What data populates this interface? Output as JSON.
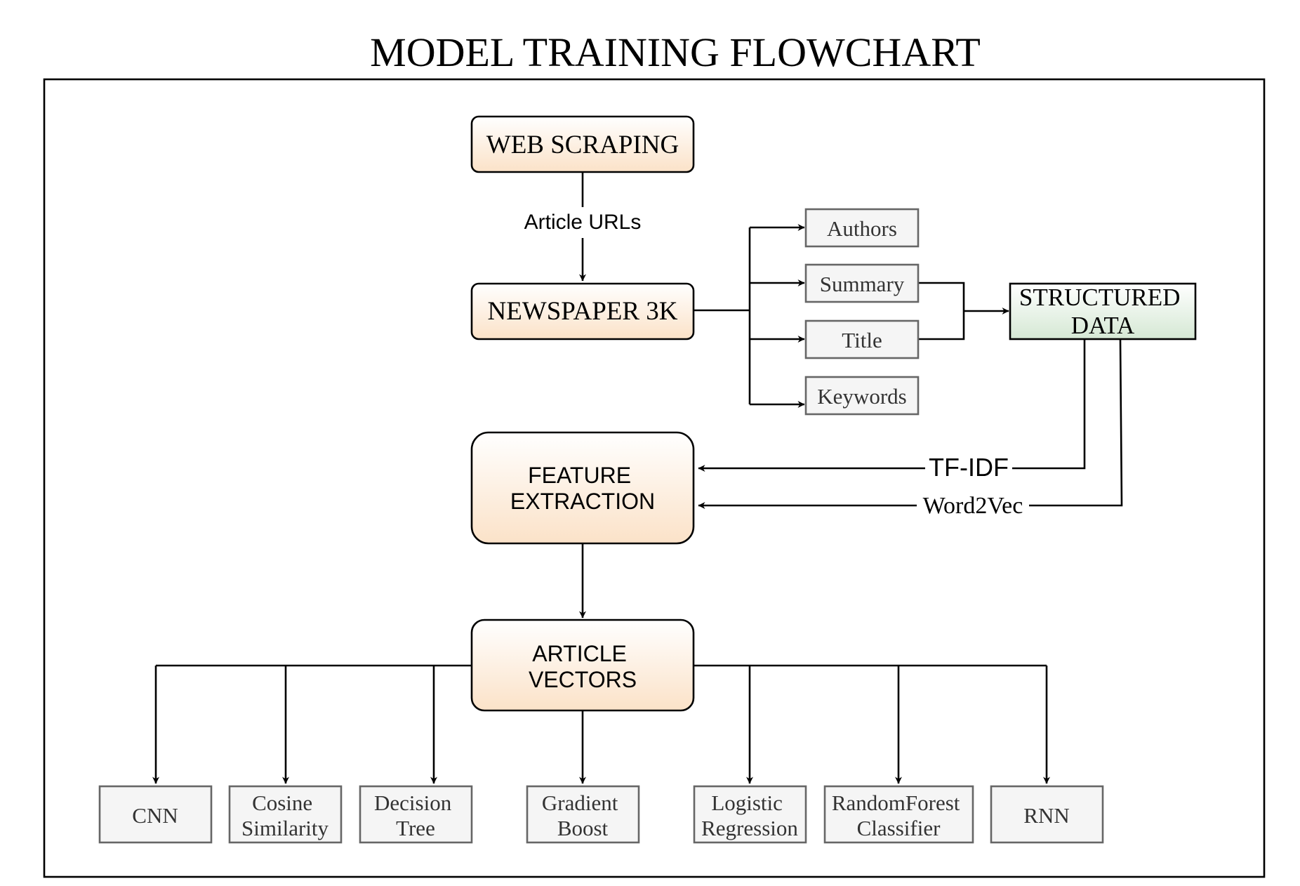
{
  "title": "MODEL TRAINING FLOWCHART",
  "colors": {
    "process_fill_top": "#ffffff",
    "process_fill_bottom": "#fbe2c8",
    "field_fill": "#f5f5f5",
    "field_stroke": "#666666",
    "structured_fill_top": "#ffffff",
    "structured_fill_bottom": "#d5e8d4",
    "line": "#000000"
  },
  "nodes": {
    "web_scraping": {
      "lines": [
        "WEB SCRAPING"
      ]
    },
    "newspaper": {
      "lines": [
        "NEWSPAPER 3K"
      ]
    },
    "authors": {
      "lines": [
        "Authors"
      ]
    },
    "summary": {
      "lines": [
        "Summary"
      ]
    },
    "title_field": {
      "lines": [
        "Title"
      ]
    },
    "keywords": {
      "lines": [
        "Keywords"
      ]
    },
    "structured_data": {
      "lines": [
        "STRUCTURED",
        "DATA"
      ]
    },
    "feature_extraction": {
      "lines": [
        "FEATURE",
        "EXTRACTION"
      ]
    },
    "article_vectors": {
      "lines": [
        "ARTICLE",
        "VECTORS"
      ]
    },
    "cnn": {
      "lines": [
        "CNN"
      ]
    },
    "cosine": {
      "lines": [
        "Cosine",
        "Similarity"
      ]
    },
    "decision_tree": {
      "lines": [
        "Decision",
        "Tree"
      ]
    },
    "gradient_boost": {
      "lines": [
        "Gradient",
        "Boost"
      ]
    },
    "logistic": {
      "lines": [
        "Logistic",
        "Regression"
      ]
    },
    "random_forest": {
      "lines": [
        "RandomForest",
        "Classifier"
      ]
    },
    "rnn": {
      "lines": [
        "RNN"
      ]
    }
  },
  "edge_labels": {
    "article_urls": "Article URLs",
    "tfidf": "TF-IDF",
    "word2vec": "Word2Vec"
  }
}
